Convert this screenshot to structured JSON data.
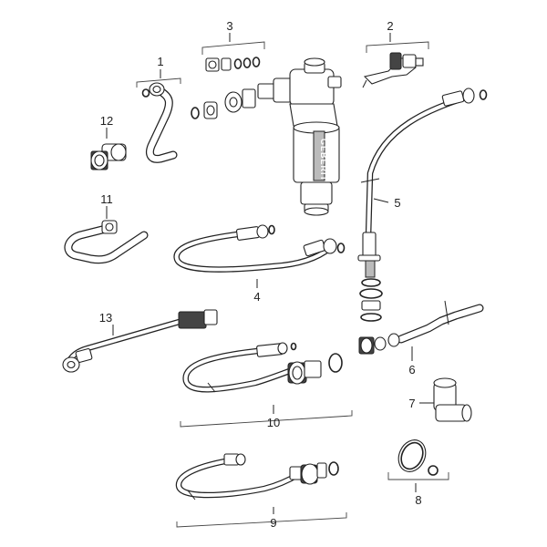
{
  "diagram": {
    "callouts": [
      {
        "id": "1",
        "label": "1"
      },
      {
        "id": "2",
        "label": "2"
      },
      {
        "id": "3",
        "label": "3"
      },
      {
        "id": "4",
        "label": "4"
      },
      {
        "id": "5",
        "label": "5"
      },
      {
        "id": "6",
        "label": "6"
      },
      {
        "id": "7",
        "label": "7"
      },
      {
        "id": "8",
        "label": "8"
      },
      {
        "id": "9",
        "label": "9"
      },
      {
        "id": "10",
        "label": "10"
      },
      {
        "id": "11",
        "label": "11"
      },
      {
        "id": "12",
        "label": "12"
      },
      {
        "id": "13",
        "label": "13"
      }
    ],
    "valve_brand_text": "GEBERIT"
  }
}
